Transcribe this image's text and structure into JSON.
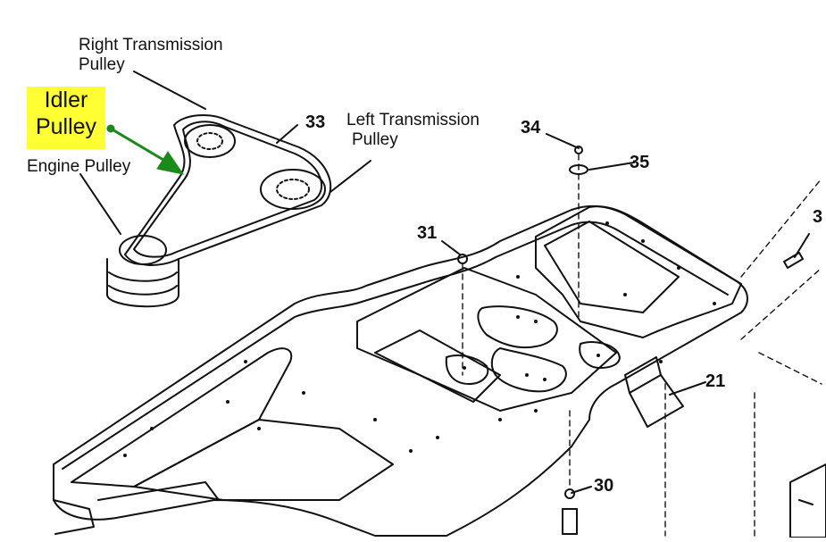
{
  "labels": {
    "right_transmission_pulley": [
      "Right Transmission",
      "Pulley"
    ],
    "left_transmission_pulley": [
      "Left Transmission",
      "Pulley"
    ],
    "engine_pulley": "Engine Pulley",
    "idler_pulley": [
      "Idler",
      "Pulley"
    ]
  },
  "callouts": {
    "belt": "33",
    "nut_top": "34",
    "washer": "35",
    "nut_left": "31",
    "bolt_right": "3",
    "bracket": "21",
    "nut_bottom": "30"
  },
  "colors": {
    "highlight": "#ffff33",
    "arrow": "#1a8a1a",
    "ink": "#111111"
  }
}
